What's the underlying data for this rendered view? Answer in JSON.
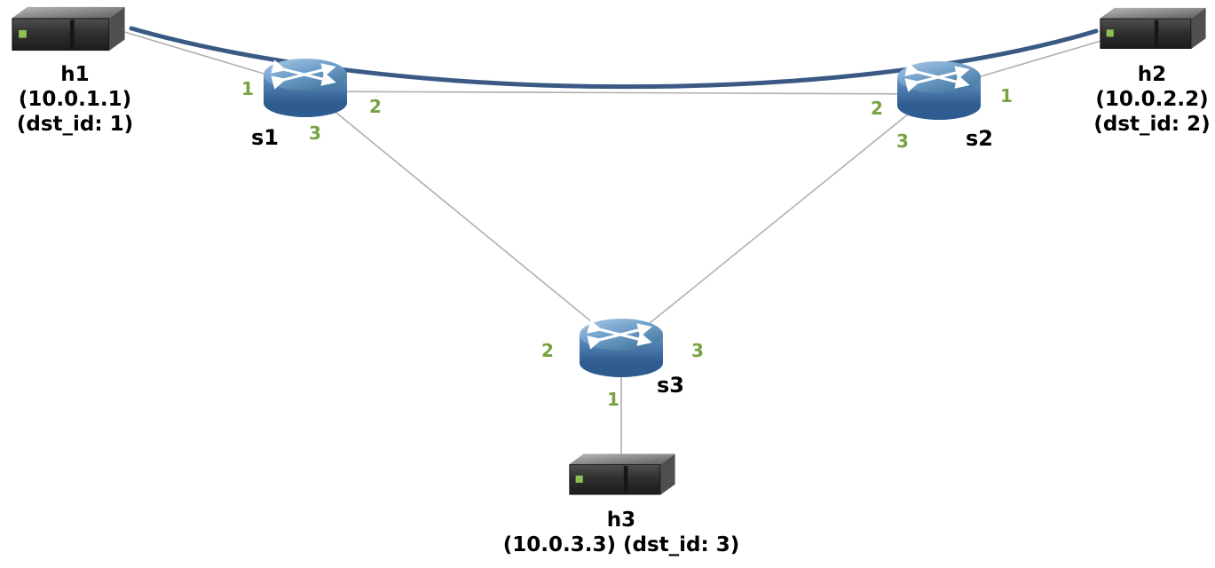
{
  "diagram_type": "network-topology",
  "colors": {
    "background": "#ffffff",
    "link_gray": "#b0b0b0",
    "highlighted_path_navy": "#3a5a85",
    "port_label_green": "#76a240",
    "router_blue": "#5e93c4",
    "server_dark": "#303030",
    "led_green": "#8dc153",
    "label_text": "#000000"
  },
  "hosts": [
    {
      "name": "h1",
      "ip": "(10.0.1.1)",
      "dst": "(dst_id: 1)"
    },
    {
      "name": "h2",
      "ip": "(10.0.2.2)",
      "dst": "(dst_id: 2)"
    },
    {
      "name": "h3",
      "ip_dst": "(10.0.3.3) (dst_id: 3)"
    }
  ],
  "switches": [
    {
      "name": "s1"
    },
    {
      "name": "s2"
    },
    {
      "name": "s3"
    }
  ],
  "ports": [
    {
      "switch": "s1",
      "port": "1",
      "link": "h1-s1"
    },
    {
      "switch": "s1",
      "port": "2",
      "link": "s1-s2"
    },
    {
      "switch": "s1",
      "port": "3",
      "link": "s1-s3"
    },
    {
      "switch": "s2",
      "port": "2",
      "link": "s1-s2"
    },
    {
      "switch": "s2",
      "port": "3",
      "link": "s2-s3"
    },
    {
      "switch": "s2",
      "port": "1",
      "link": "s2-h2"
    },
    {
      "switch": "s3",
      "port": "2",
      "link": "s1-s3"
    },
    {
      "switch": "s3",
      "port": "3",
      "link": "s2-s3"
    },
    {
      "switch": "s3",
      "port": "1",
      "link": "s3-h3"
    }
  ],
  "links": [
    {
      "from": "h1",
      "to": "s1"
    },
    {
      "from": "s1",
      "to": "s2"
    },
    {
      "from": "s1",
      "to": "s3"
    },
    {
      "from": "s2",
      "to": "s3"
    },
    {
      "from": "s2",
      "to": "h2"
    },
    {
      "from": "s3",
      "to": "h3"
    }
  ],
  "highlighted_path": {
    "from": "h1",
    "to": "h2",
    "via": [
      "s1",
      "s2"
    ],
    "style": "thick navy curve"
  }
}
